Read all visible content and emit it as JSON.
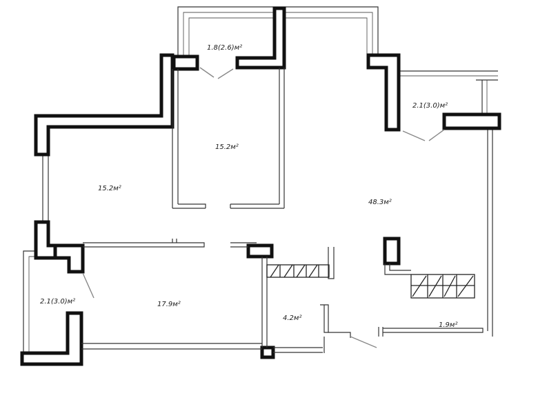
{
  "rooms": [
    {
      "id": "balcony-top",
      "label": "1.8(2.6)м²"
    },
    {
      "id": "balcony-right",
      "label": "2.1(3.0)м²"
    },
    {
      "id": "room-center-top",
      "label": "15.2м²"
    },
    {
      "id": "room-left",
      "label": "15.2м²"
    },
    {
      "id": "living",
      "label": "48.3м²"
    },
    {
      "id": "balcony-left",
      "label": "2.1(3.0)м²"
    },
    {
      "id": "room-bottom-left",
      "label": "17.9м²"
    },
    {
      "id": "bathroom",
      "label": "4.2м²"
    },
    {
      "id": "storage",
      "label": "1.9м²"
    }
  ]
}
